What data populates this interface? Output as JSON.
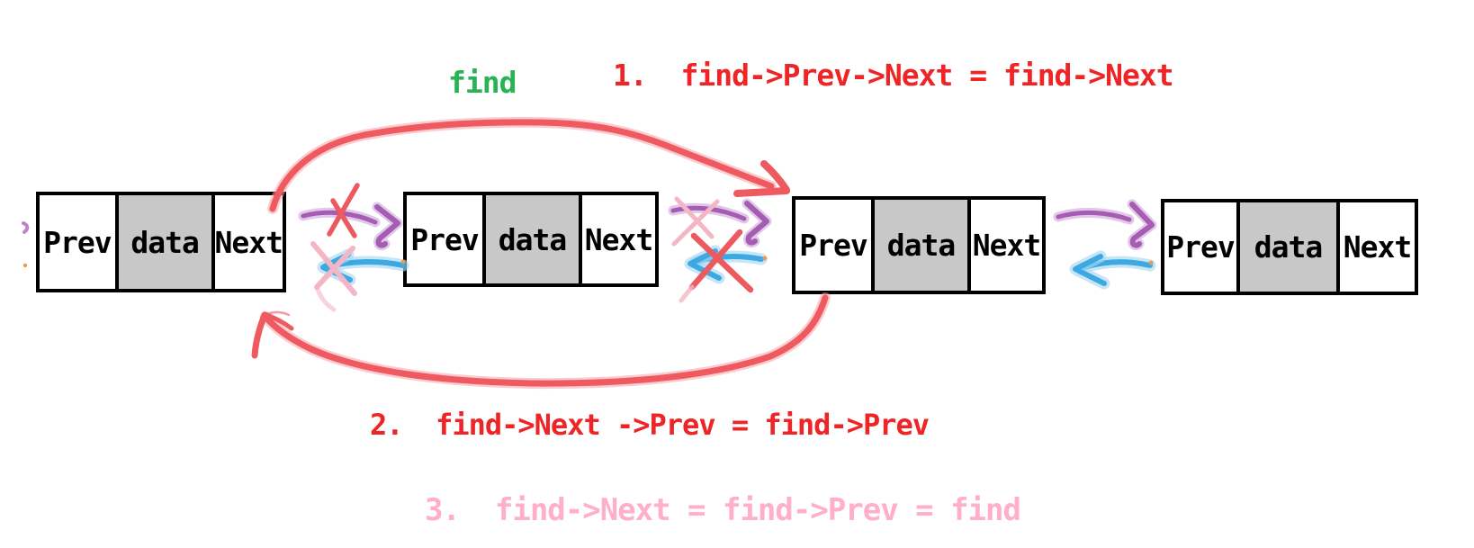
{
  "diagram": {
    "type": "doubly-linked-list-node-deletion",
    "find_label": "find",
    "steps": [
      {
        "text": "1.  find->Prev->Next = find->Next"
      },
      {
        "text": "2.  find->Next ->Prev = find->Prev"
      },
      {
        "text": "3.  find->Next = find->Prev = find"
      }
    ]
  },
  "nodes": [
    {
      "prev": "Prev",
      "data": "data",
      "next": "Next"
    },
    {
      "prev": "Prev",
      "data": "data",
      "next": "Next"
    },
    {
      "prev": "Prev",
      "data": "data",
      "next": "Next"
    },
    {
      "prev": "Prev",
      "data": "data",
      "next": "Next"
    }
  ],
  "colors": {
    "node_fill": "#ffffff",
    "data_cell_fill": "#c8c8c8",
    "node_border": "#000000",
    "node_text": "#000000",
    "next_pointer_arrow": "#a55cb2",
    "prev_pointer_arrow": "#3da8e2",
    "bypass_loop_stroke": "#ee5a60",
    "cross_out_red": "#ec5a60",
    "cross_out_pink": "#f4b6c4",
    "step_text_red": "#ee2426",
    "find_label_green": "#28b354",
    "step3_text_pink": "#ffafc8",
    "pen_fleck_orange": "#ef9a4a"
  }
}
